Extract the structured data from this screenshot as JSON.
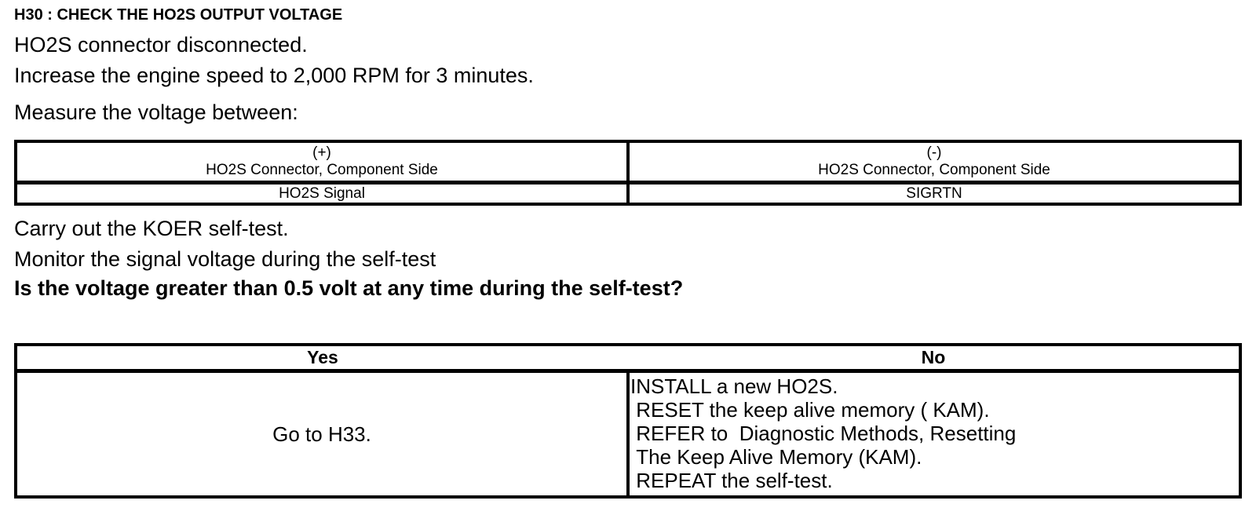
{
  "page": {
    "heading": "H30 : CHECK THE HO2S OUTPUT VOLTAGE",
    "instructions": [
      "HO2S connector disconnected.",
      "Increase the engine speed to 2,000 RPM for 3 minutes.",
      "Measure the voltage between:"
    ],
    "measure_table": {
      "columns": [
        {
          "sign": "(+)",
          "label": "HO2S Connector, Component Side",
          "value": "HO2S Signal"
        },
        {
          "sign": "(-)",
          "label": "HO2S Connector, Component Side",
          "value": "SIGRTN"
        }
      ]
    },
    "post_instructions": [
      "Carry out the KOER self-test.",
      "Monitor the signal voltage during the self-test"
    ],
    "question": "Is the voltage greater than 0.5 volt at any time during the self-test?",
    "decision_table": {
      "yes_header": "Yes",
      "no_header": "No",
      "yes_action": "Go to H33.",
      "no_actions": [
        "INSTALL a new HO2S.",
        " RESET the keep alive memory ( KAM).",
        " REFER to  Diagnostic Methods, Resetting",
        " The Keep Alive Memory (KAM).",
        " REPEAT the self-test."
      ]
    },
    "colors": {
      "text": "#000000",
      "background": "#ffffff",
      "table_border": "#000000"
    }
  }
}
